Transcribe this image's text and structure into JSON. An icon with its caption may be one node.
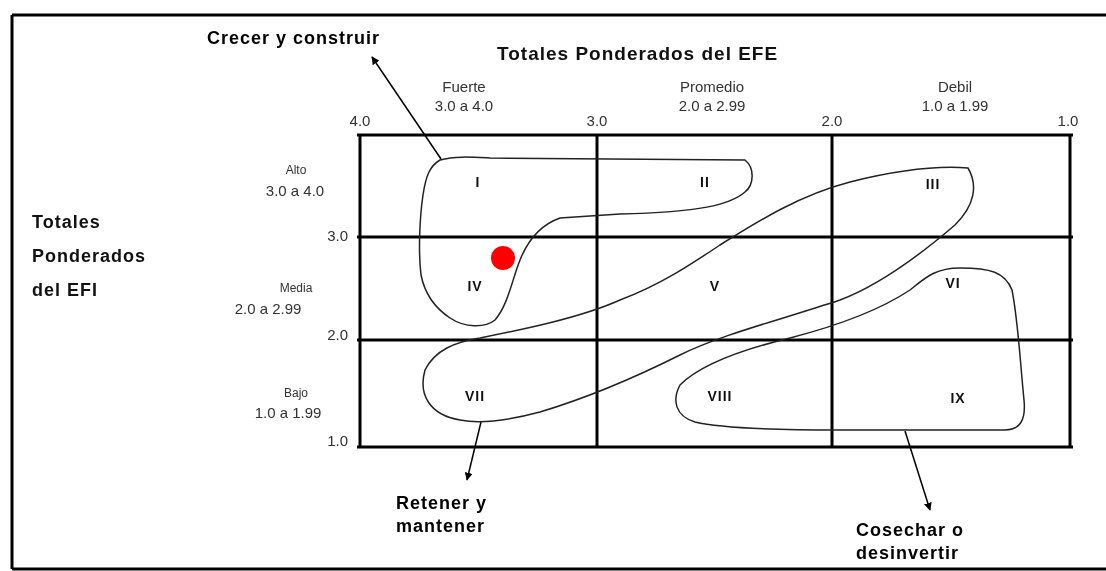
{
  "diagram": {
    "nodes": [
      {
        "text": [
          "Crecer y construir"
        ]
      },
      {
        "text": [
          "Retener y mantener"
        ]
      },
      {
        "text": [
          "Cosechar o desinvertir"
        ]
      },
      {
        "text": [],
        "shape": "outline"
      },
      {
        "text": [],
        "shape": "outline"
      },
      {
        "text": [],
        "shape": "outline"
      }
    ],
    "edges": [
      {
        "from": 3,
        "to": 0,
        "arrow": "to"
      },
      {
        "from": 4,
        "to": 1,
        "arrow": "to"
      },
      {
        "from": 5,
        "to": 2,
        "arrow": "to"
      }
    ],
    "labels": [
      "Totales Ponderados del EFE",
      "Fuerte",
      "3.0 a 4.0",
      "Promedio",
      "2.0 a 2.99",
      "Debil",
      "1.0 a 1.99",
      "4.0",
      "3.0",
      "2.0",
      "1.0",
      "Totales Ponderados del EFI",
      "Alto",
      "3.0 a 4.0",
      "3.0",
      "Media",
      "2.0 a 2.99",
      "2.0",
      "Bajo",
      "1.0 a 1.99",
      "1.0",
      "I",
      "II",
      "III",
      "IV",
      "V",
      "VI",
      "VII",
      "VIII",
      "IX"
    ]
  }
}
